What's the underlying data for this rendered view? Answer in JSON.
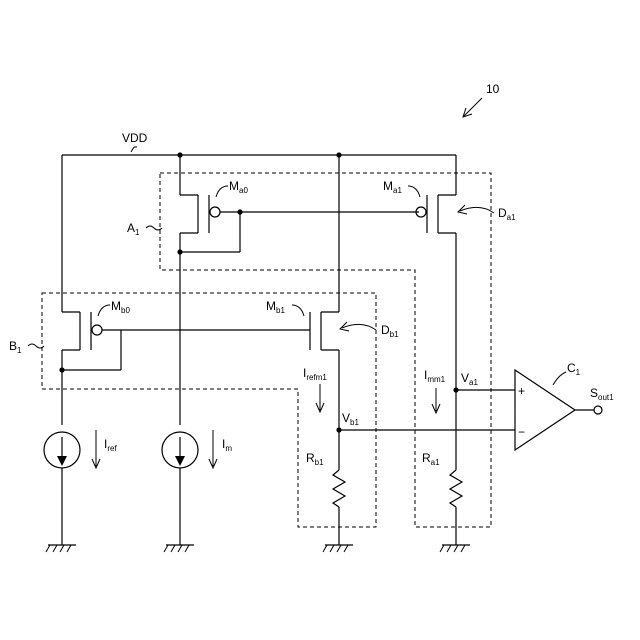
{
  "figure_ref": "10",
  "supply": "VDD",
  "blocks": {
    "a": {
      "main": "A",
      "sub": "1"
    },
    "b": {
      "main": "B",
      "sub": "1"
    }
  },
  "transistors": {
    "ma0": {
      "main": "M",
      "sub": "a0"
    },
    "ma1": {
      "main": "M",
      "sub": "a1"
    },
    "mb0": {
      "main": "M",
      "sub": "b0"
    },
    "mb1": {
      "main": "M",
      "sub": "b1"
    }
  },
  "pointers": {
    "da1": {
      "main": "D",
      "sub": "a1"
    },
    "db1": {
      "main": "D",
      "sub": "b1"
    }
  },
  "currents": {
    "iref": {
      "main": "I",
      "sub": "ref"
    },
    "im": {
      "main": "I",
      "sub": "m"
    },
    "irefm1": {
      "main": "I",
      "sub": "refm1"
    },
    "imm1": {
      "main": "I",
      "sub": "mm1"
    }
  },
  "nodes": {
    "va1": {
      "main": "V",
      "sub": "a1"
    },
    "vb1": {
      "main": "V",
      "sub": "b1"
    }
  },
  "resistors": {
    "rb1": {
      "main": "R",
      "sub": "b1"
    },
    "ra1": {
      "main": "R",
      "sub": "a1"
    }
  },
  "comparator": {
    "name": {
      "main": "C",
      "sub": "1"
    },
    "plus": "+",
    "minus": "−"
  },
  "output": {
    "main": "S",
    "sub": "out1"
  }
}
